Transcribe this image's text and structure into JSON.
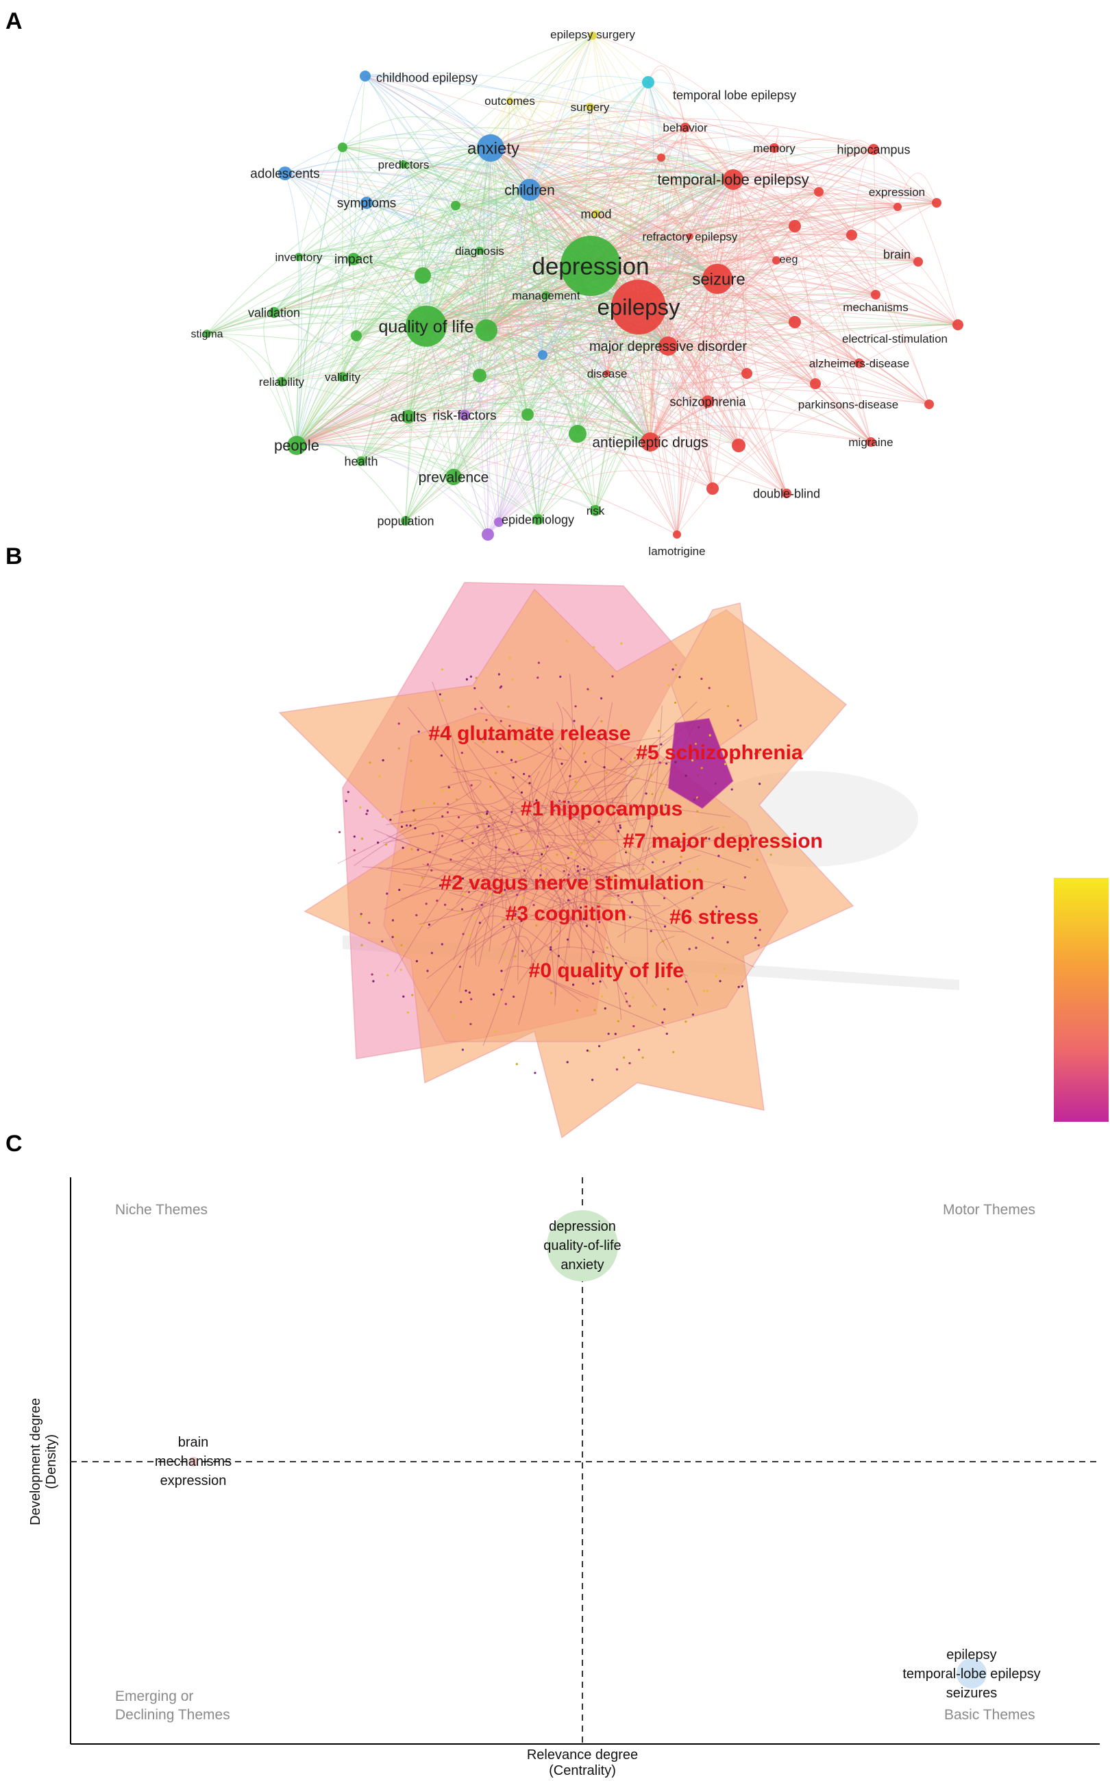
{
  "panels": {
    "a": {
      "letter": "A",
      "clusters": {
        "red": {
          "color": "#e8413c",
          "edge": "#f29b96"
        },
        "green": {
          "color": "#3fb23a",
          "edge": "#8fd48a"
        },
        "blue": {
          "color": "#3f8fd8",
          "edge": "#9cc6ee"
        },
        "yellow": {
          "color": "#dcd23c",
          "edge": "#ece79a"
        },
        "purple": {
          "color": "#a868d8",
          "edge": "#d2b3ee"
        },
        "cyan": {
          "color": "#2fc4d6",
          "edge": "#9be2ea"
        }
      },
      "keywords": [
        "depression",
        "epilepsy",
        "anxiety",
        "children",
        "seizure",
        "quality of life",
        "temporal-lobe epilepsy",
        "major depressive disorder",
        "antiepileptic drugs",
        "childhood epilepsy",
        "epilepsy surgery",
        "outcomes",
        "surgery",
        "temporal lobe epilepsy",
        "behavior",
        "memory",
        "hippocampus",
        "expression",
        "brain",
        "eeg",
        "mechanisms",
        "electrical-stimulation",
        "alzheimers-disease",
        "parkinsons-disease",
        "migraine",
        "double-blind",
        "lamotrigine",
        "schizophrenia",
        "disease",
        "refractory epilepsy",
        "mood",
        "management",
        "diagnosis",
        "predictors",
        "adolescents",
        "symptoms",
        "inventory",
        "impact",
        "validation",
        "stigma",
        "reliability",
        "validity",
        "adults",
        "risk-factors",
        "people",
        "health",
        "prevalence",
        "population",
        "epidemiology",
        "risk"
      ]
    },
    "b": {
      "letter": "B",
      "cluster_labels": [
        "#4 glutamate release",
        "#5 schizophrenia",
        "#1 hippocampus",
        "#7 major depression",
        "#2 vagus nerve stimulation",
        "#3 cognition",
        "#6 stress",
        "#0 quality of life"
      ],
      "label_color": "#e3121b",
      "scale_colors": [
        "#f7ea1f",
        "#f7a13a",
        "#ee6a6a",
        "#c0279a"
      ]
    },
    "c": {
      "letter": "C",
      "quadrants": {
        "top_left": "Niche Themes",
        "top_right": "Motor Themes",
        "bottom_left": [
          "Emerging or",
          "Declining Themes"
        ],
        "bottom_right": "Basic Themes"
      },
      "x_label": [
        "Relevance degree",
        "(Centrality)"
      ],
      "y_label": [
        "Development degree",
        "(Density)"
      ],
      "themes": [
        {
          "color": "#cfe8cc",
          "words": [
            "depression",
            "quality-of-life",
            "anxiety"
          ]
        },
        {
          "color": "#f4c8c8",
          "words": [
            "brain",
            "mechanisms",
            "expression"
          ]
        },
        {
          "color": "#cfe3f4",
          "words": [
            "epilepsy",
            "temporal-lobe epilepsy",
            "seizures"
          ]
        }
      ]
    }
  }
}
